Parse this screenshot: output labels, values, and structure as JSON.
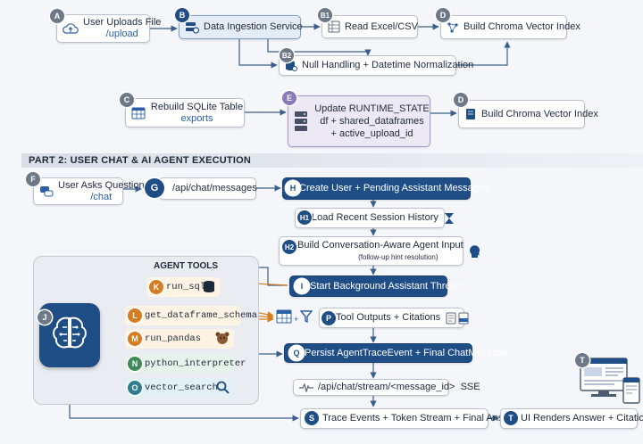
{
  "part1": {
    "user_uploads": {
      "badge": "A",
      "title": "User Uploads File",
      "sub": "/upload"
    },
    "ingestion": {
      "badge": "B",
      "title": "Data Ingestion Service"
    },
    "read_excel": {
      "badge": "B1",
      "title": "Read Excel/CSV"
    },
    "chroma_top": {
      "badge": "D",
      "title": "Build Chroma Vector Index"
    },
    "null_handling": {
      "badge": "B2",
      "title": "Null Handling + Datetime Normalization"
    },
    "sqlite": {
      "badge": "C",
      "title": "Rebuild SQLite Table",
      "sub": "exports"
    },
    "runtime": {
      "badge": "E",
      "line1": "Update RUNTIME_STATE",
      "line2": "df + shared_dataframes",
      "line3": "+ active_upload_id"
    },
    "chroma_mid": {
      "badge": "D",
      "title": "Build Chroma Vector Index"
    }
  },
  "part2": {
    "banner": "PART 2: USER CHAT & AI AGENT EXECUTION",
    "user_asks": {
      "badge": "F",
      "title": "User Asks Question",
      "sub": "/chat"
    },
    "api_messages": {
      "badge": "G",
      "title": "/api/chat/messages"
    },
    "create_user": {
      "badge": "H",
      "title": "Create User + Pending Assistant Messages"
    },
    "load_history": {
      "badge": "H1",
      "title": "Load Recent Session History"
    },
    "build_input": {
      "badge": "H2",
      "title": "Build Conversation-Aware Agent Input",
      "sub": "(follow-up hint resolution)"
    },
    "start_thread": {
      "badge": "I",
      "title": "Start Background Assistant Thread"
    },
    "agent_badge": "J",
    "tools_title": "AGENT TOOLS",
    "tools": [
      {
        "badge": "K",
        "name": "run_sql"
      },
      {
        "badge": "L",
        "name": "get_dataframe_schema"
      },
      {
        "badge": "M",
        "name": "run_pandas"
      },
      {
        "badge": "N",
        "name": "python_interpreter"
      },
      {
        "badge": "O",
        "name": "vector_search"
      }
    ],
    "tool_outputs": {
      "badge": "P",
      "title": "Tool Outputs + Citations"
    },
    "persist": {
      "badge": "Q",
      "title": "Persist AgentTraceEvent + Final ChatMessage"
    },
    "stream": {
      "title": "/api/chat/stream/<message_id>  SSE"
    },
    "trace_events": {
      "badge": "S",
      "title": "Trace Events + Token Stream + Final Answer"
    },
    "ui_renders": {
      "badge": "T",
      "title": "UI Renders Answer + Citations"
    },
    "devices_badge": "T"
  },
  "colors": {
    "accent_dark": "#1f4e87",
    "tool_orange": "#e0913a",
    "tool_green": "#5aa173",
    "tool_teal": "#3f8ea0",
    "state_purple": "#8b7ab8"
  }
}
